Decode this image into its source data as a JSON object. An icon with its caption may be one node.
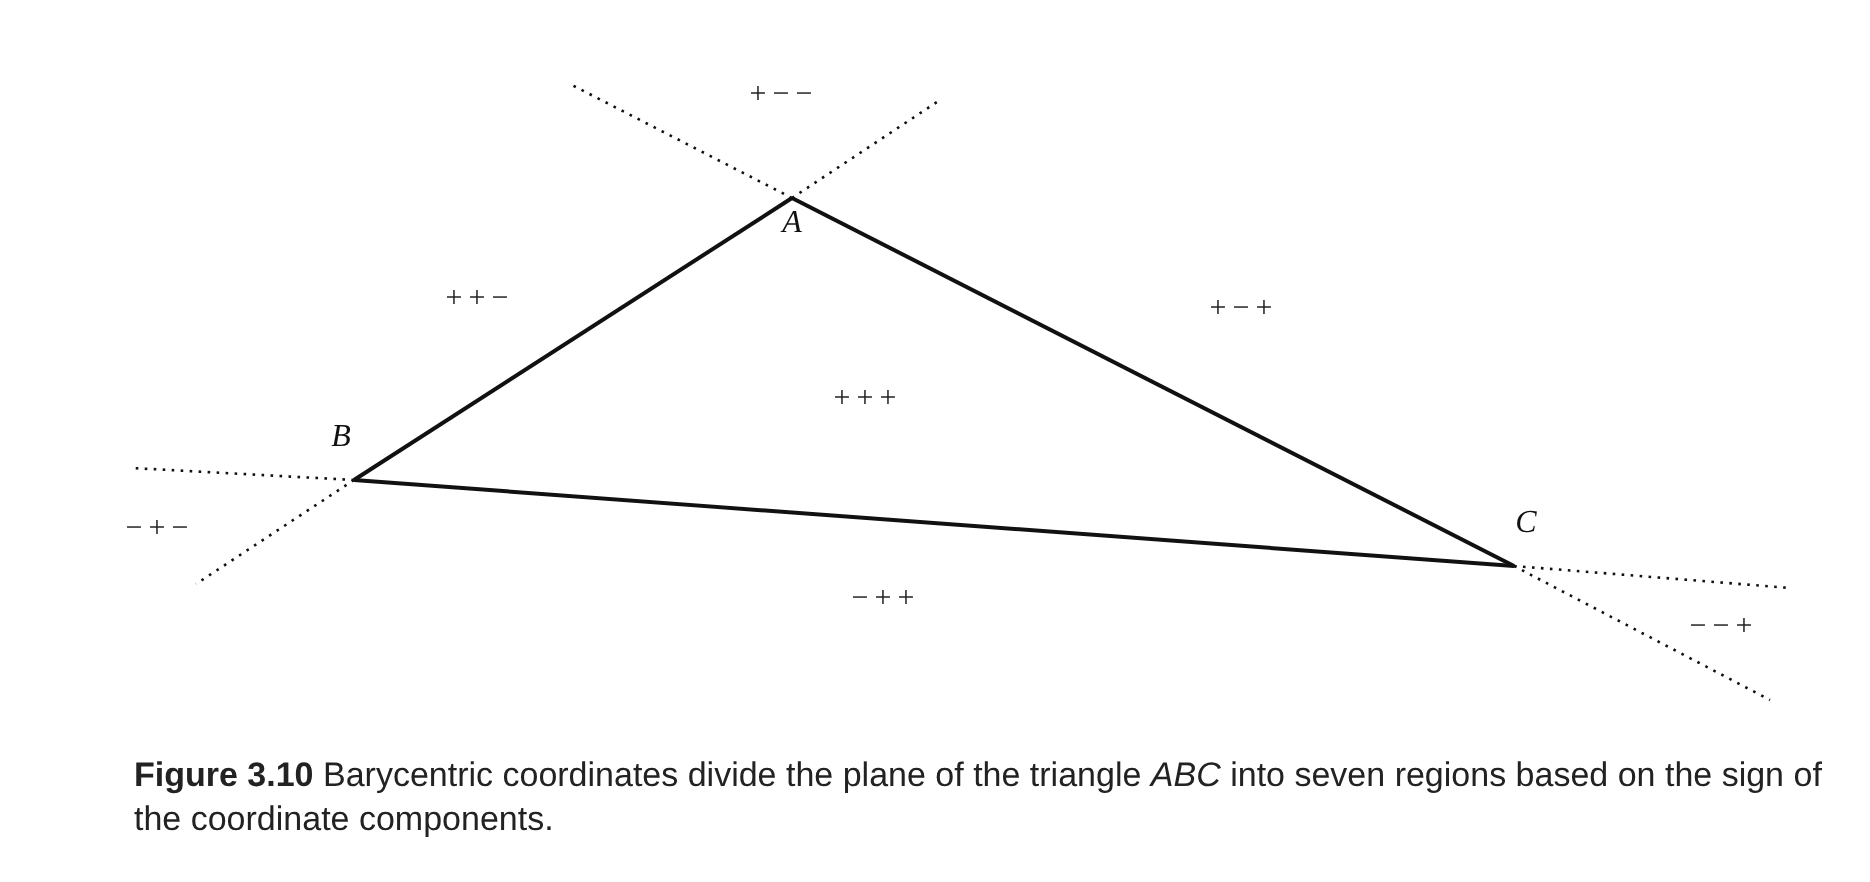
{
  "diagram": {
    "caption": "**Figure 3.10** Barycentric coordinates divide the plane of the triangle *ABC* into seven regions based on the sign of the coordinate components.",
    "nodes": [
      {
        "text": [
          "A"
        ]
      },
      {
        "text": [
          "B"
        ]
      },
      {
        "text": [
          "C"
        ]
      }
    ],
    "edges": [
      {
        "from": 0,
        "to": 1,
        "arrow": "none"
      },
      {
        "from": 1,
        "to": 2,
        "arrow": "none"
      },
      {
        "from": 2,
        "to": 0,
        "arrow": "none"
      },
      {
        "from": 0,
        "to": null,
        "arrow": "none",
        "style": "dashed"
      },
      {
        "from": 0,
        "to": null,
        "arrow": "none",
        "style": "dashed"
      },
      {
        "from": 1,
        "to": null,
        "arrow": "none",
        "style": "dashed"
      },
      {
        "from": 1,
        "to": null,
        "arrow": "none",
        "style": "dashed"
      },
      {
        "from": 2,
        "to": null,
        "arrow": "none",
        "style": "dashed"
      },
      {
        "from": 2,
        "to": null,
        "arrow": "none",
        "style": "dashed"
      }
    ],
    "labels": [
      "+−−",
      "++−",
      "+−+",
      "+++",
      "−+−",
      "−++",
      "−−+"
    ]
  }
}
